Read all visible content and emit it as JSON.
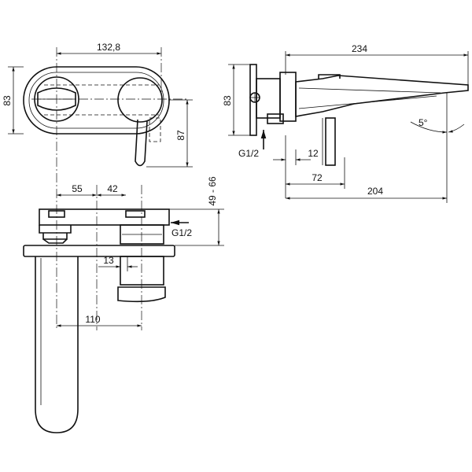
{
  "dimensions": {
    "front_width": "132,8",
    "front_height_left": "83",
    "front_height_right": "87",
    "side_length": "234",
    "side_height": "83",
    "side_angle": "5°",
    "side_inlet": "G1/2",
    "side_depth_small": "12",
    "side_depth_mid": "72",
    "side_depth_total": "204",
    "top_offset_a": "55",
    "top_offset_b": "42",
    "top_wall_range": "49 - 66",
    "top_inlet": "G1/2",
    "top_small": "13",
    "top_spout": "110"
  },
  "colors": {
    "line": "#111111",
    "background": "#ffffff"
  }
}
